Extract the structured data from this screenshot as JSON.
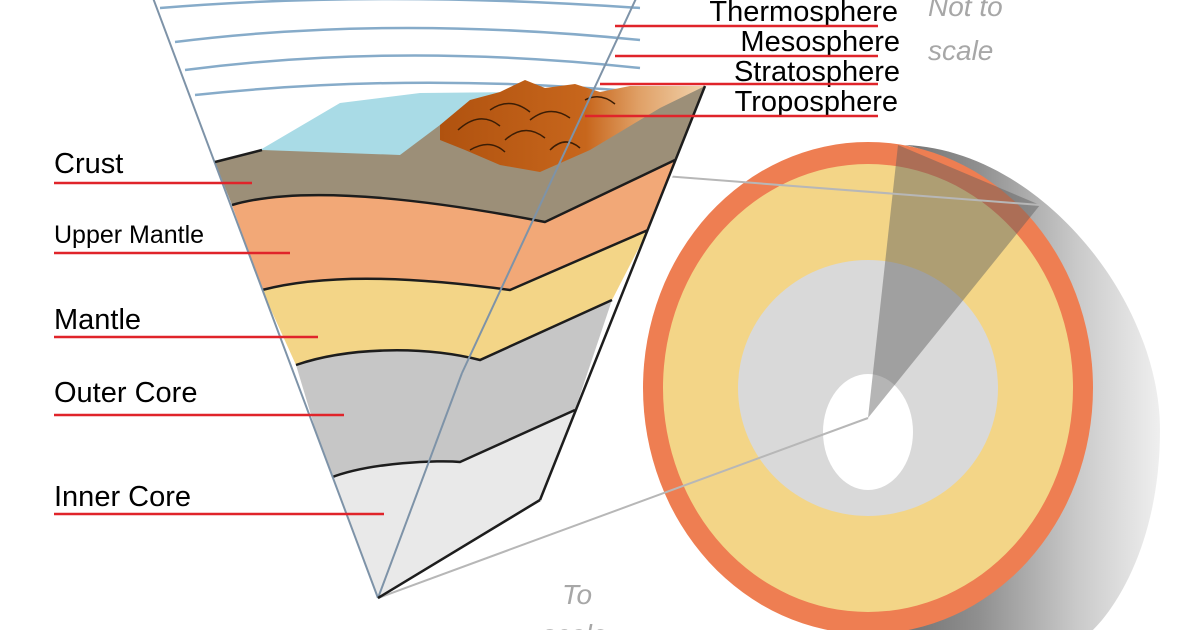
{
  "layer_labels": {
    "crust": "Crust",
    "upper_mantle": "Upper Mantle",
    "mantle": "Mantle",
    "outer_core": "Outer Core",
    "inner_core": "Inner Core"
  },
  "atmosphere_labels": {
    "thermosphere": "Thermosphere",
    "mesosphere": "Mesosphere",
    "stratosphere": "Stratosphere",
    "troposphere": "Troposphere"
  },
  "notes": {
    "not_to_scale_line1": "Not to",
    "not_to_scale_line2": "scale",
    "to_scale_line1": "To",
    "to_scale_line2": "scale"
  },
  "colors": {
    "leader_line": "#e0242a",
    "crust": "#9c8f78",
    "upper_mantle": "#f2a877",
    "mantle": "#f3d587",
    "outer_core": "#c6c6c6",
    "inner_core": "#e9e9e9",
    "ocean": "#a9dbe6",
    "atmosphere_line": "#86abc9",
    "mountain": "#b85c15",
    "sphere_crust": "#ee7e52",
    "sphere_mantle": "#f3d587",
    "sphere_outer_core": "#d8d8d8",
    "sphere_inner_core": "#ffffff"
  }
}
